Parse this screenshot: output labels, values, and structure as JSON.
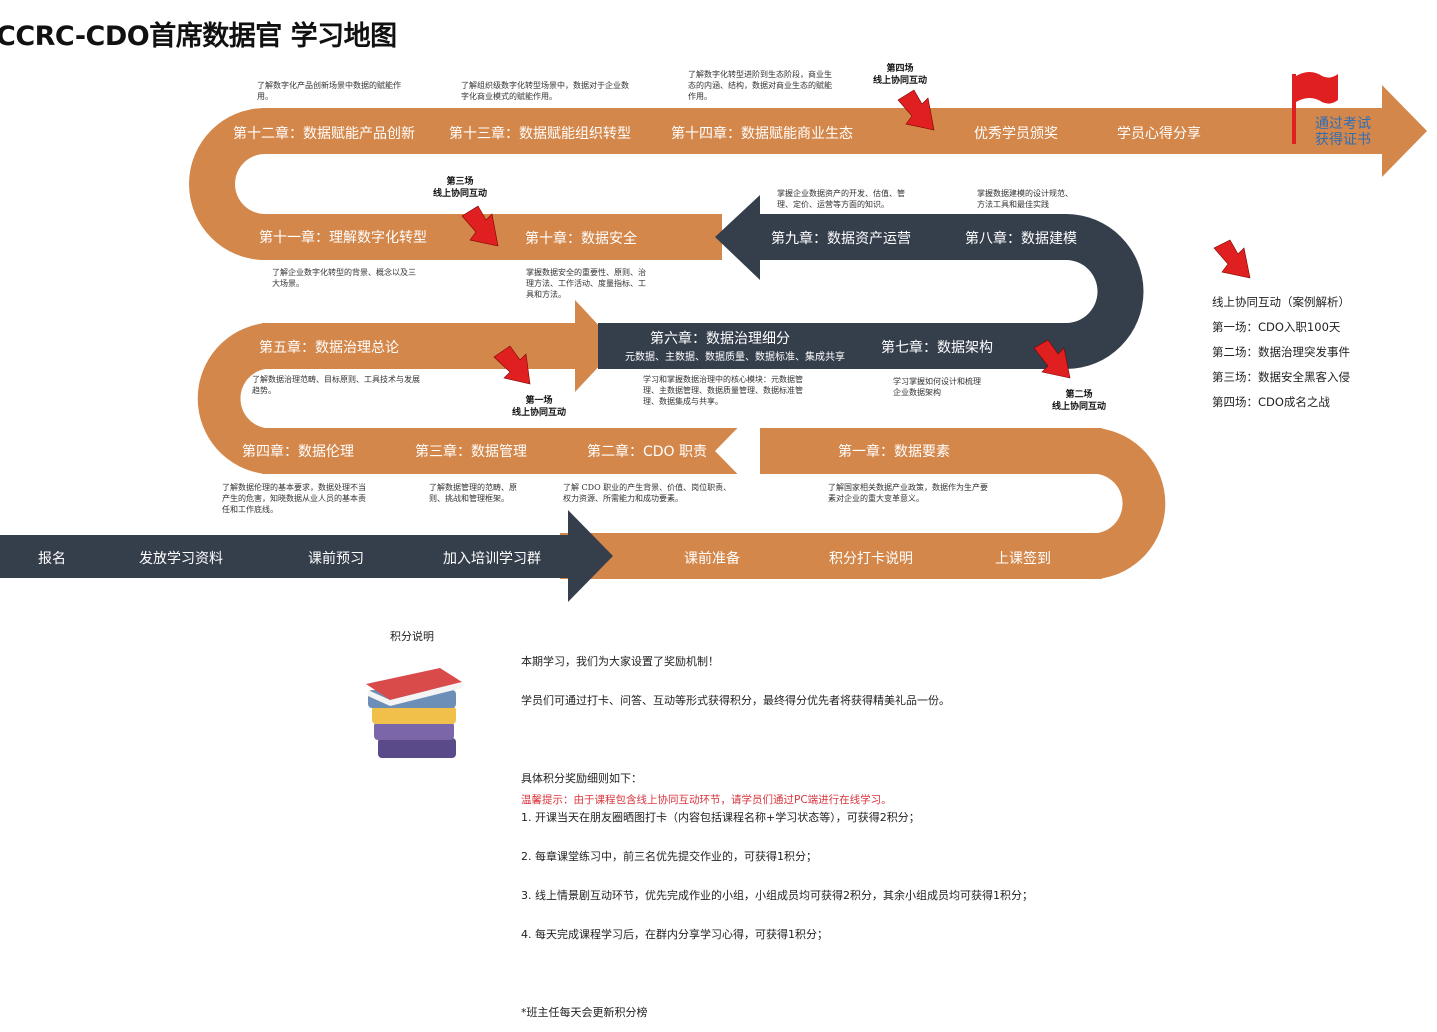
{
  "title": "CCRC-CDO首席数据官 学习地图",
  "colors": {
    "orange": "#D4874A",
    "navy": "#353F4C",
    "red": "#E02020",
    "blue_text": "#2F6DB5",
    "warning": "#D9363E"
  },
  "row0": {
    "items": [
      "报名",
      "发放学习资料",
      "课前预习",
      "加入培训学习群",
      "课前准备",
      "积分打卡说明",
      "上课签到"
    ]
  },
  "row1": {
    "items": [
      "第一章：数据要素",
      "第二章：CDO 职责",
      "第三章：数据管理",
      "第四章：数据伦理"
    ],
    "descs": [
      "了解国家相关数据产业政策，数据作为生产要素对企业的重大变革意义。",
      "了解 CDO 职业的产生背景、价值、岗位职责、权力资源、所需能力和成功要素。",
      "了解数据管理的范畴、原则、挑战和管理框架。",
      "了解数据伦理的基本要求，数据处理不当产生的危害，知晓数据从业人员的基本责任和工作底线。"
    ]
  },
  "row2": {
    "items": [
      "第五章：数据治理总论",
      "第六章：数据治理细分",
      "第七章：数据架构"
    ],
    "sub6": "元数据、主数据、数据质量、数据标准、集成共享",
    "descs": [
      "了解数据治理范畴、目标原则、工具技术与发展趋势。",
      "学习和掌握数据治理中的核心模块：元数据管理、主数据管理、数据质量管理、数据标准管理、数据集成与共享。",
      "学习掌握如何设计和梳理企业数据架构"
    ]
  },
  "row3": {
    "items": [
      "第八章：数据建模",
      "第九章：数据资产运营",
      "第十章：数据安全",
      "第十一章：理解数字化转型"
    ],
    "descs": [
      "掌握数据建模的设计规范、方法工具和最佳实践",
      "掌握企业数据资产的开发、估值、管理、定价、运营等方面的知识。",
      "掌握数据安全的重要性、原则、治理方法、工作活动、度量指标、工具和方法。",
      "了解企业数字化转型的背景、概念以及三大场景。"
    ]
  },
  "row4": {
    "items": [
      "第十二章：数据赋能产品创新",
      "第十三章：数据赋能组织转型",
      "第十四章：数据赋能商业生态",
      "优秀学员颁奖",
      "学员心得分享"
    ],
    "descs": [
      "了解数字化产品创新场景中数据的赋能作用。",
      "了解组织级数字化转型场景中，数据对于企业数字化商业模式的赋能作用。",
      "了解数字化转型进阶到生态阶段，商业生态的内涵、结构，数据对商业生态的赋能作用。"
    ]
  },
  "flag_text": [
    "通过考试",
    "获得证书"
  ],
  "sessions": [
    {
      "line1": "第一场",
      "line2": "线上协同互动"
    },
    {
      "line1": "第二场",
      "line2": "线上协同互动"
    },
    {
      "line1": "第三场",
      "line2": "线上协同互动"
    },
    {
      "line1": "第四场",
      "line2": "线上协同互动"
    }
  ],
  "legend": {
    "title": "线上协同互动（案例解析）",
    "items": [
      "第一场：CDO入职100天",
      "第二场：数据治理突发事件",
      "第三场：数据安全黑客入侵",
      "第四场：CDO成名之战"
    ]
  },
  "points": {
    "title": "积分说明",
    "lines": [
      "本期学习，我们为大家设置了奖励机制！",
      "学员们可通过打卡、问答、互动等形式获得积分，最终得分优先者将获得精美礼品一份。",
      "",
      "具体积分奖励细则如下：",
      "1. 开课当天在朋友圈晒图打卡（内容包括课程名称+学习状态等），可获得2积分；",
      "2. 每章课堂练习中，前三名优先提交作业的，可获得1积分；",
      "3. 线上情景剧互动环节，优先完成作业的小组，小组成员均可获得2积分，其余小组成员均可获得1积分；",
      "4. 每天完成课程学习后，在群内分享学习心得，可获得1积分；",
      "",
      "*班主任每天会更新积分榜"
    ]
  },
  "tip": "温馨提示：由于课程包含线上协同互动环节，请学员们通过PC端进行在线学习。"
}
